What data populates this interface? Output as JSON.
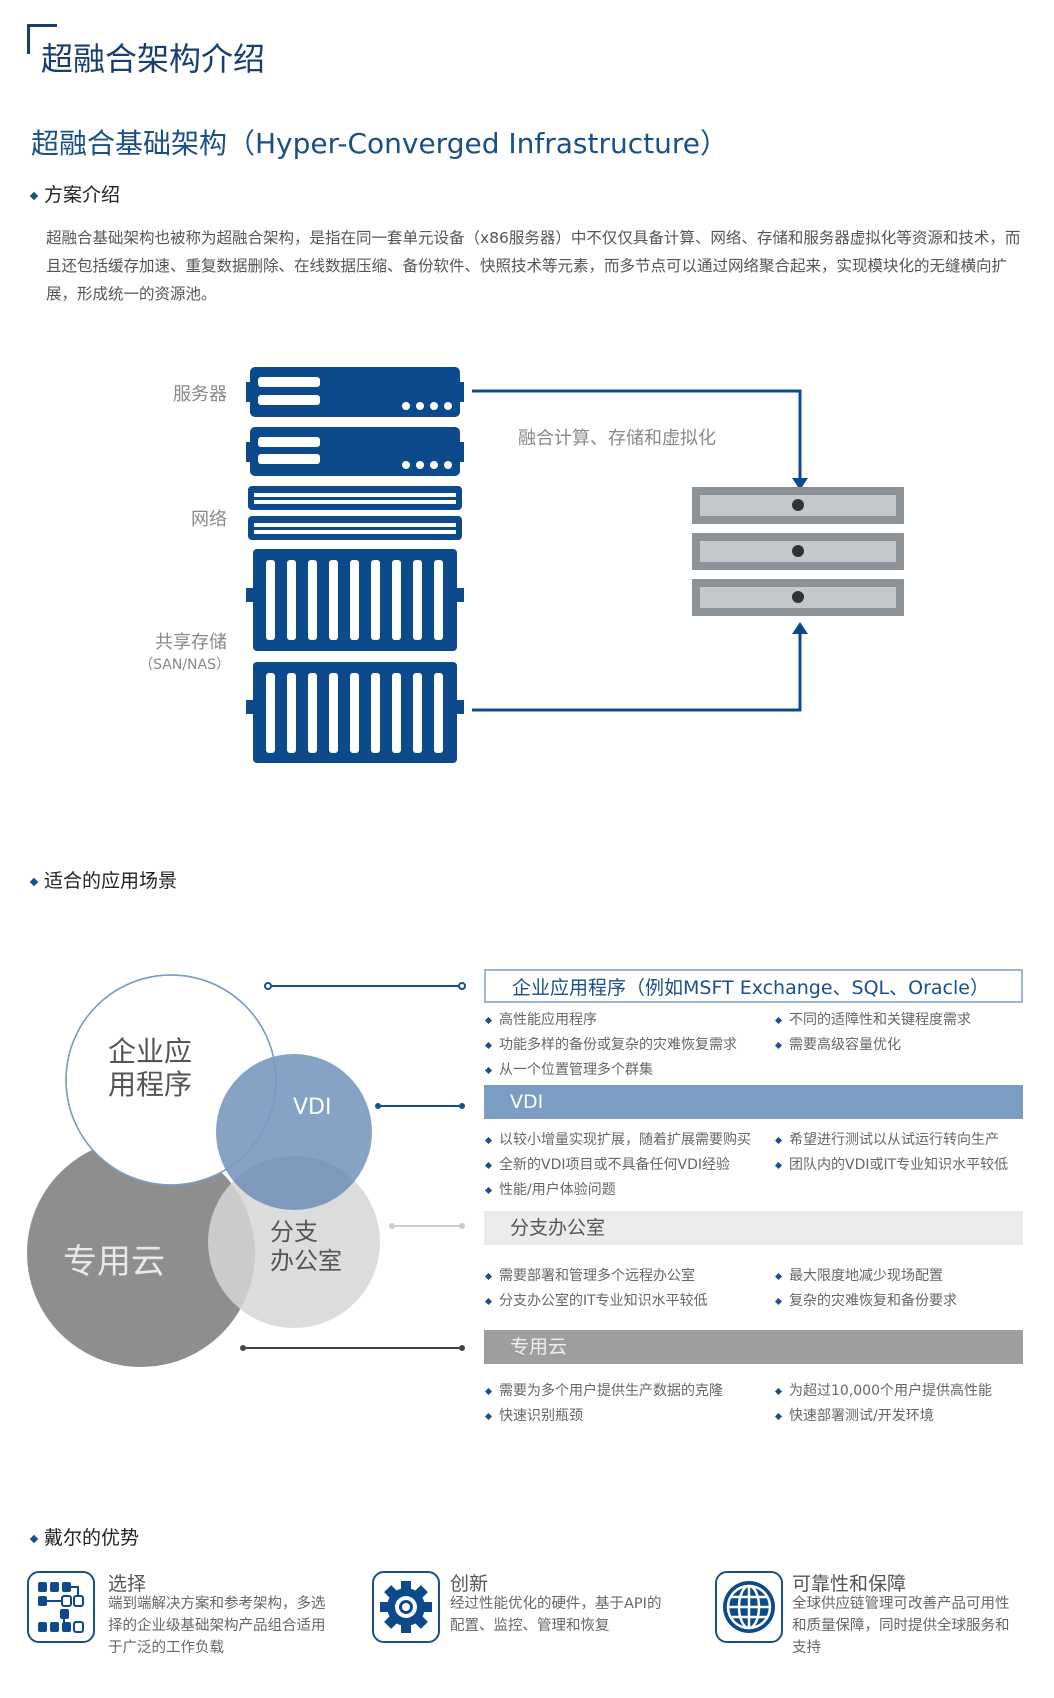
{
  "title": "超融合架构介绍",
  "subtitle": "超融合基础架构（Hyper-Converged Infrastructure）",
  "intro": {
    "heading": "方案介绍",
    "text": "超融合基础架构也被称为超融合架构，是指在同一套单元设备（x86服务器）中不仅仅具备计算、网络、存储和服务器虚拟化等资源和技术，而且还包括缓存加速、重复数据删除、在线数据压缩、备份软件、快照技术等元素，而多节点可以通过网络聚合起来，实现模块化的无缝横向扩展，形成统一的资源池。"
  },
  "diagram": {
    "server": "服务器",
    "network": "网络",
    "storage": "共享存储",
    "storage_sub": "（SAN/NAS）",
    "converge": "融合计算、存储和虚拟化"
  },
  "scenarios": {
    "heading": "适合的应用场景",
    "venn": {
      "enterprise": [
        "企业应",
        "用程序"
      ],
      "vdi": "VDI",
      "branch": [
        "分支",
        "办公室"
      ],
      "cloud": "专用云"
    },
    "groups": [
      {
        "title": "企业应用程序（例如MSFT Exchange、SQL、Oracle）",
        "left": [
          "高性能应用程序",
          "功能多样的备份或复杂的灾难恢复需求",
          "从一个位置管理多个群集"
        ],
        "right": [
          "不同的适障性和关键程度需求",
          "需要高级容量优化"
        ]
      },
      {
        "title": "VDI",
        "left": [
          "以较小增量实现扩展，随着扩展需要购买",
          "全新的VDI项目或不具备任何VDI经验",
          "性能/用户体验问题"
        ],
        "right": [
          "希望进行测试以从试运行转向生产",
          "团队内的VDI或IT专业知识水平较低"
        ]
      },
      {
        "title": "分支办公室",
        "left": [
          "需要部署和管理多个远程办公室",
          "分支办公室的IT专业知识水平较低"
        ],
        "right": [
          "最大限度地减少现场配置",
          "复杂的灾难恢复和备份要求"
        ]
      },
      {
        "title": "专用云",
        "left": [
          "需要为多个用户提供生产数据的克隆",
          "快速识别瓶颈"
        ],
        "right": [
          "为超过10,000个用户提供高性能",
          "快速部署测试/开发环境"
        ]
      }
    ]
  },
  "advantages": {
    "heading": "戴尔的优势",
    "items": [
      {
        "icon": "flowchart-icon",
        "title": "选择",
        "text": "端到端解决方案和参考架构，多选择的企业级基础架构产品组合适用于广泛的工作负载"
      },
      {
        "icon": "gear-icon",
        "title": "创新",
        "text": "经过性能优化的硬件，基于API的配置、监控、管理和恢复"
      },
      {
        "icon": "globe-icon",
        "title": "可靠性和保障",
        "text": "全球供应链管理可改善产品可用性和质量保障，同时提供全球服务和支持"
      }
    ]
  },
  "colors": {
    "navy": "#1a4f8a",
    "vdi": "#7c9dc3",
    "branch": "#e8e8e8",
    "cloud": "#9e9e9e"
  }
}
